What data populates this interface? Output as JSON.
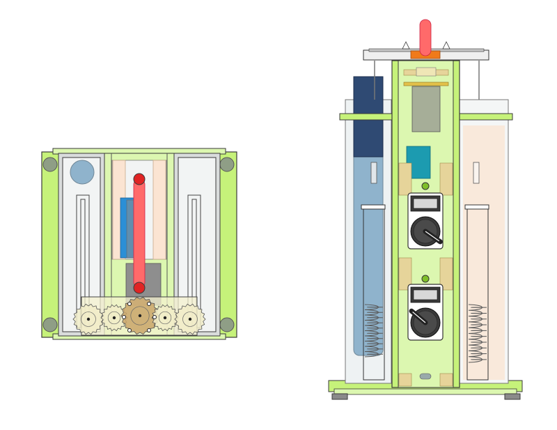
{
  "colors": {
    "background": "#ffffff",
    "acrylic_green": "#c6f27a",
    "acrylic_green_light": "#dcf7b0",
    "frame_outline": "#3a3a3a",
    "chamber_white": "#f2f4f4",
    "chamber_grey": "#d9dcdc",
    "tube_blue": "#8fb3cc",
    "tube_peach": "#fbe4d2",
    "navy_block": "#2f4a73",
    "teal_block": "#1c9bb0",
    "blue_strip": "#2b8fd6",
    "grey_block": "#8e8e8e",
    "tan_pad": "#e6d49a",
    "red_rod": "#ff6a6a",
    "red_knob": "#e02424",
    "orange_cap": "#f07a1a",
    "gear_cream": "#f1ecc8",
    "gear_bronze": "#c9a46a",
    "dial_dark": "#3a3a3a",
    "foot_grey": "#8a8a8a"
  },
  "views": {
    "left": {
      "label": ""
    },
    "right": {
      "label": ""
    }
  },
  "parts": {
    "gears_left_view": 5,
    "dials_right_view": 2,
    "springs_right_view": 2
  }
}
